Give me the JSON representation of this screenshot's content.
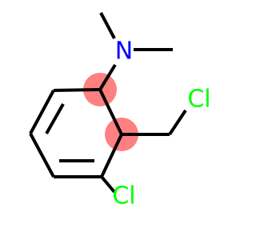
{
  "molecule": {
    "colors": {
      "bond": "#000000",
      "nitrogen": "#0000ff",
      "chlorine": "#00ff00",
      "highlight": "#ff8080"
    },
    "atoms": {
      "n1": {
        "label": "N"
      },
      "cl_methyl": {
        "label": "Cl"
      },
      "cl_ring": {
        "label": "Cl"
      }
    }
  }
}
